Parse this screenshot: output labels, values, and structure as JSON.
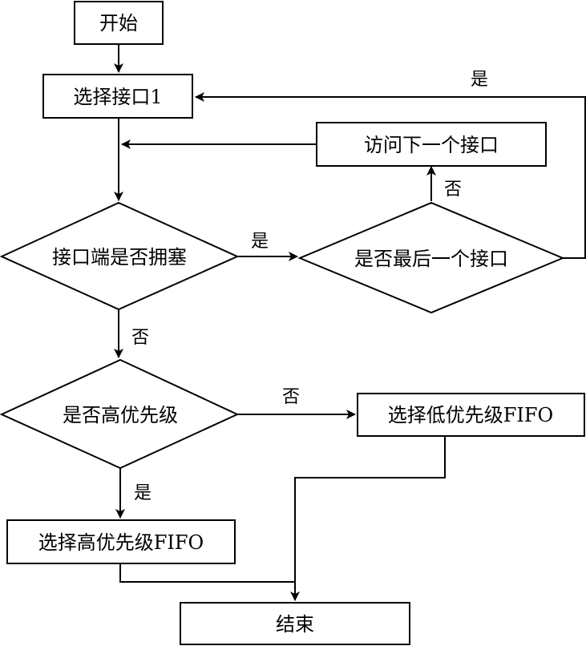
{
  "nodes": {
    "start": "开始",
    "select_iface1": "选择接口1",
    "visit_next": "访问下一个接口",
    "congested": "接口端是否拥塞",
    "last_iface": "是否最后一个接口",
    "high_priority": "是否高优先级",
    "select_low_fifo": "选择低优先级FIFO",
    "select_high_fifo": "选择高优先级FIFO",
    "end": "结束"
  },
  "edges": {
    "last_yes": "是",
    "last_no": "否",
    "congested_yes": "是",
    "congested_no": "否",
    "high_no": "否",
    "high_yes": "是"
  }
}
